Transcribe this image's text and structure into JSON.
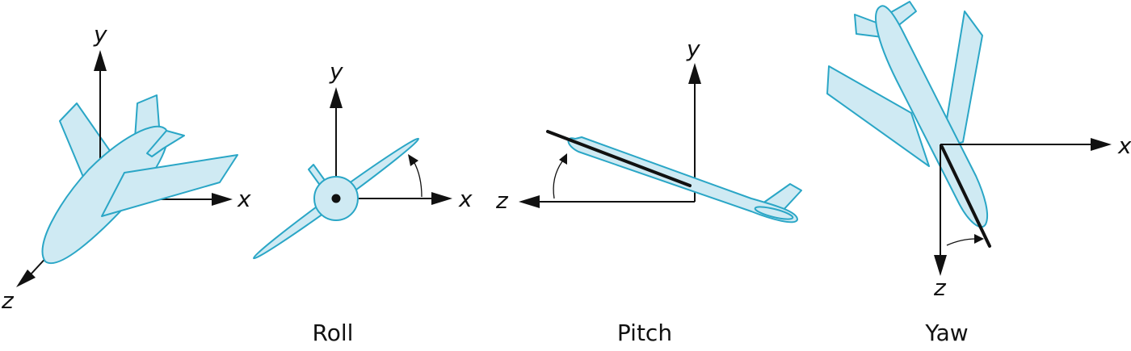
{
  "colors": {
    "plane_fill": "#cfeaf3",
    "plane_stroke": "#2aa6c6",
    "axis": "#111111"
  },
  "panels": {
    "axes": {
      "x_label": "x",
      "y_label": "y",
      "z_label": "z"
    },
    "roll": {
      "caption": "Roll",
      "x_label": "x",
      "y_label": "y"
    },
    "pitch": {
      "caption": "Pitch",
      "y_label": "y",
      "z_label": "z"
    },
    "yaw": {
      "caption": "Yaw",
      "x_label": "x",
      "z_label": "z"
    }
  }
}
